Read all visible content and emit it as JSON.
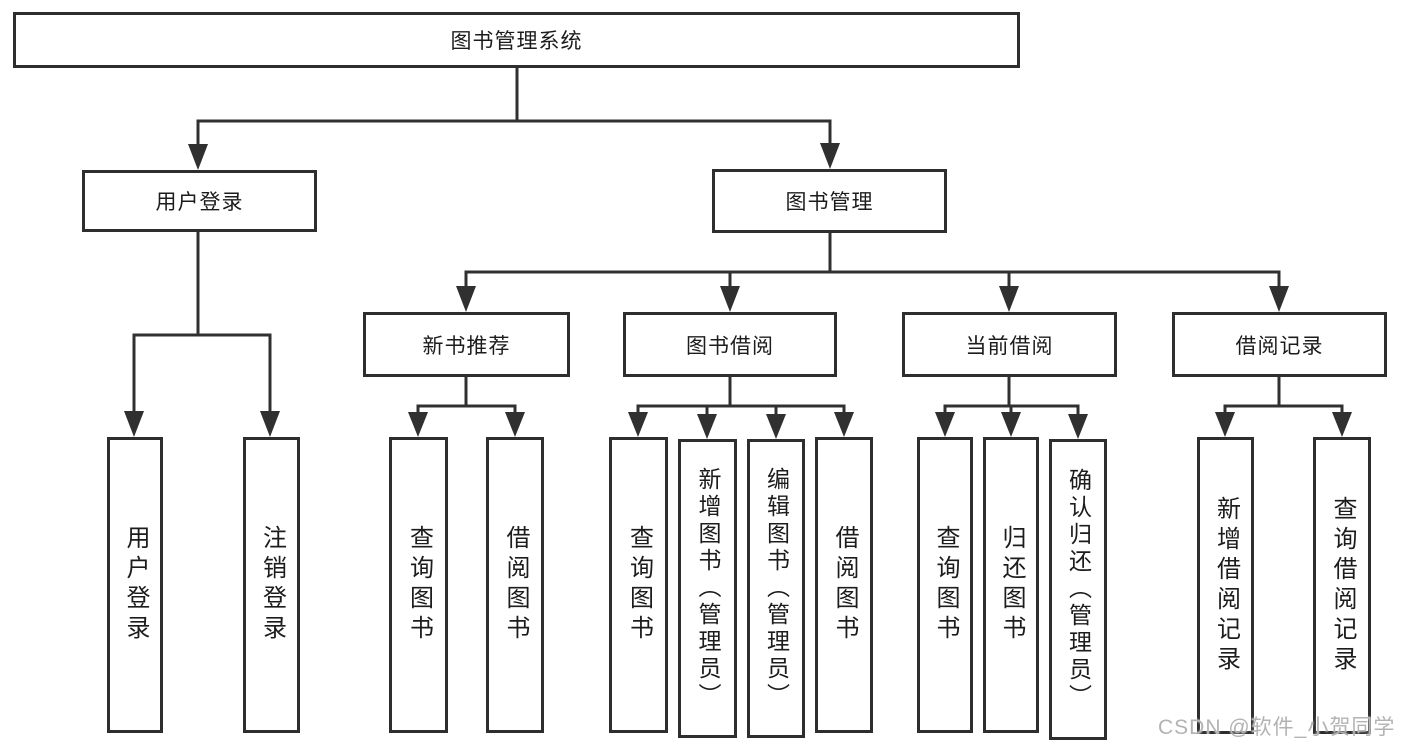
{
  "tree": {
    "root": {
      "label": "图书管理系统"
    },
    "branches": [
      {
        "label": "用户登录",
        "leaves": [
          {
            "label": "用户登录"
          },
          {
            "label": "注销登录"
          }
        ]
      },
      {
        "label": "图书管理",
        "groups": [
          {
            "label": "新书推荐",
            "leaves": [
              {
                "label": "查询图书"
              },
              {
                "label": "借阅图书"
              }
            ]
          },
          {
            "label": "图书借阅",
            "leaves": [
              {
                "label": "查询图书"
              },
              {
                "label": "新增图书（管理员）"
              },
              {
                "label": "编辑图书（管理员）"
              },
              {
                "label": "借阅图书"
              }
            ]
          },
          {
            "label": "当前借阅",
            "leaves": [
              {
                "label": "查询图书"
              },
              {
                "label": "归还图书"
              },
              {
                "label": "确认归还（管理员）"
              }
            ]
          },
          {
            "label": "借阅记录",
            "leaves": [
              {
                "label": "新增借阅记录"
              },
              {
                "label": "查询借阅记录"
              }
            ]
          }
        ]
      }
    ]
  },
  "watermark": {
    "text": "CSDN @软件_小贺同学"
  },
  "colors": {
    "line": "#303030",
    "box_border": "#2e2e2e",
    "text": "#1c1c1c",
    "watermark": "#b3b3b3",
    "background": "#ffffff"
  }
}
